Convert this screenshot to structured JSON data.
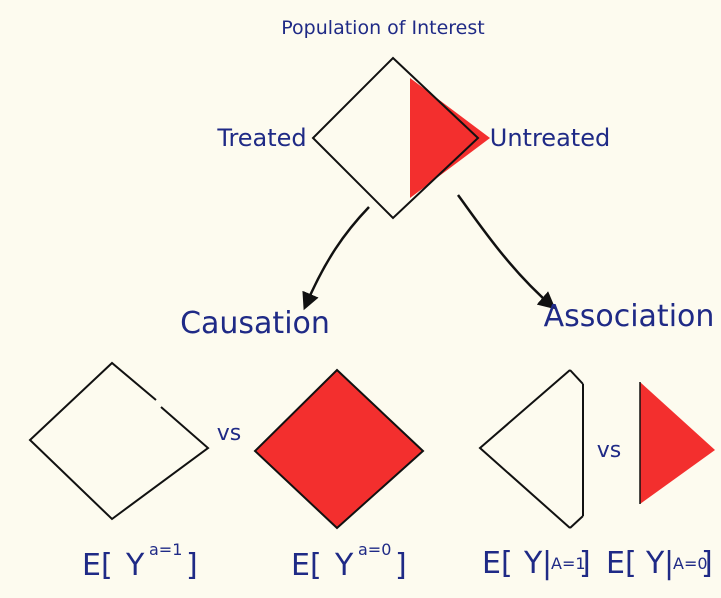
{
  "top": {
    "title": "Population of Interest",
    "left_label": "Treated",
    "right_label": "Untreated"
  },
  "sections": {
    "causation_label": "Causation",
    "association_label": "Association"
  },
  "comparisons": {
    "causation_vs": "vs",
    "association_vs": "vs"
  },
  "expressions": {
    "causal_treated": {
      "open": "E[",
      "var": "Y",
      "sup": "a=1",
      "close": "]"
    },
    "causal_untreated": {
      "open": "E[",
      "var": "Y",
      "sup": "a=0",
      "close": "]"
    },
    "assoc_treated": {
      "open": "E[",
      "var": "Y",
      "bar": "|",
      "cond": "A=1",
      "close": "]"
    },
    "assoc_untreated": {
      "open": "E[",
      "var": "Y",
      "bar": "|",
      "cond": "A=0",
      "close": "]"
    }
  },
  "colors": {
    "ink": "#1f2a86",
    "fill": "#f21d1d",
    "background": "#fdfbef",
    "line": "#111111"
  }
}
